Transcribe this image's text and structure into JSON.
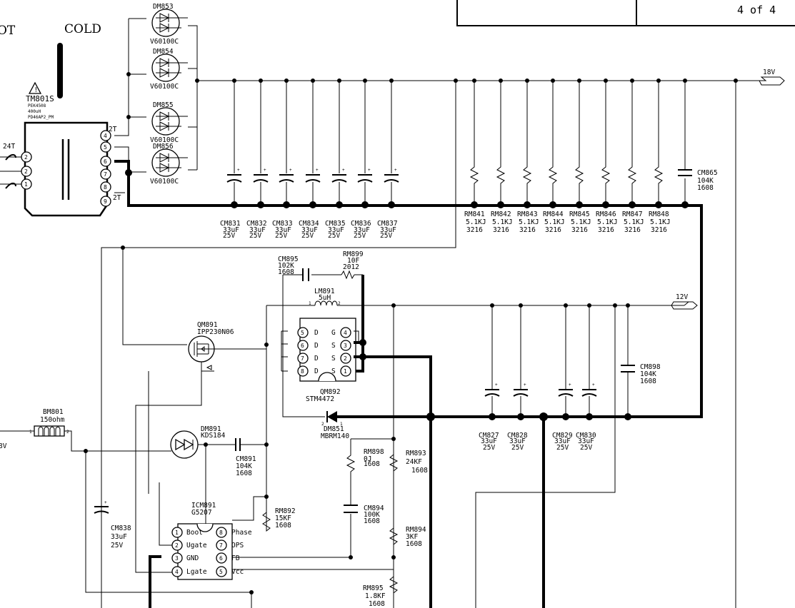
{
  "header": {
    "ot_fragment": "OT",
    "cold_label": "COLD",
    "page_label": "4 of 4"
  },
  "nets": {
    "v18": "18V",
    "v12": "12V",
    "v_left": "8V"
  },
  "transformer": {
    "ref": "TM801S",
    "part": "PEK4508",
    "value": "400uH",
    "footprint": "PD46AP2_PM",
    "turns_primary": "24T",
    "turns_a": "2T",
    "turns_b": "2T",
    "pins_left": [
      "2",
      "2",
      "1"
    ],
    "pins_right": [
      "4",
      "5",
      "6",
      "7",
      "8",
      "9"
    ]
  },
  "diodes": [
    {
      "ref": "DM853",
      "part": "V60100C"
    },
    {
      "ref": "DM854",
      "part": "V60100C"
    },
    {
      "ref": "DM855",
      "part": "V60100C"
    },
    {
      "ref": "DM856",
      "part": "V60100C"
    }
  ],
  "caps_18v": [
    {
      "ref": "CM831",
      "value": "33uF",
      "rating": "25V"
    },
    {
      "ref": "CM832",
      "value": "33uF",
      "rating": "25V"
    },
    {
      "ref": "CM833",
      "value": "33uF",
      "rating": "25V"
    },
    {
      "ref": "CM834",
      "value": "33uF",
      "rating": "25V"
    },
    {
      "ref": "CM835",
      "value": "33uF",
      "rating": "25V"
    },
    {
      "ref": "CM836",
      "value": "33uF",
      "rating": "25V"
    },
    {
      "ref": "CM837",
      "value": "33uF",
      "rating": "25V"
    }
  ],
  "resistors_18v": [
    {
      "ref": "RM841",
      "value": "5.1KJ",
      "size": "3216"
    },
    {
      "ref": "RM842",
      "value": "5.1KJ",
      "size": "3216"
    },
    {
      "ref": "RM843",
      "value": "5.1KJ",
      "size": "3216"
    },
    {
      "ref": "RM844",
      "value": "5.1KJ",
      "size": "3216"
    },
    {
      "ref": "RM845",
      "value": "5.1KJ",
      "size": "3216"
    },
    {
      "ref": "RM846",
      "value": "5.1KJ",
      "size": "3216"
    },
    {
      "ref": "RM847",
      "value": "5.1KJ",
      "size": "3216"
    },
    {
      "ref": "RM848",
      "value": "5.1KJ",
      "size": "3216"
    }
  ],
  "cm865": {
    "ref": "CM865",
    "value": "104K",
    "size": "1608"
  },
  "cm895": {
    "ref": "CM895",
    "value": "102K",
    "size": "1608"
  },
  "rm899": {
    "ref": "RM899",
    "value": "10F",
    "size": "2012"
  },
  "lm891": {
    "ref": "LM891",
    "value": "5uH",
    "pin1": "1",
    "pin2": "2"
  },
  "qm891": {
    "ref": "QM891",
    "part": "IPP230N06"
  },
  "qm892": {
    "ref": "QM892",
    "part": "STM4472",
    "left_pins": [
      {
        "n": "5",
        "name": "D"
      },
      {
        "n": "6",
        "name": "D"
      },
      {
        "n": "7",
        "name": "D"
      },
      {
        "n": "8",
        "name": "D"
      }
    ],
    "right_pins": [
      {
        "n": "4",
        "name": "G"
      },
      {
        "n": "3",
        "name": "S"
      },
      {
        "n": "2",
        "name": "S"
      },
      {
        "n": "1",
        "name": "S"
      }
    ]
  },
  "dm851": {
    "ref": "DM851",
    "part": "MBRM140",
    "pin_a": "2",
    "pin_k": "1"
  },
  "caps_12v": [
    {
      "ref": "CM827",
      "value": "33uF",
      "rating": "25V"
    },
    {
      "ref": "CM828",
      "value": "33uF",
      "rating": "25V"
    },
    {
      "ref": "CM829",
      "value": "33uF",
      "rating": "25V"
    },
    {
      "ref": "CM830",
      "value": "33uF",
      "rating": "25V"
    }
  ],
  "cm898": {
    "ref": "CM898",
    "value": "104K",
    "size": "1608"
  },
  "bm801": {
    "ref": "BM801",
    "value": "150ohm",
    "pin1": "1",
    "pin2": "2"
  },
  "dm891": {
    "ref": "DM891",
    "part": "KDS184"
  },
  "cm891": {
    "ref": "CM891",
    "value": "104K",
    "size": "1608"
  },
  "rm898": {
    "ref": "RM898",
    "value": "0J",
    "size": "1608"
  },
  "rm893": {
    "ref": "RM893",
    "value": "24KF",
    "size": "1608"
  },
  "cm894": {
    "ref": "CM894",
    "value": "100K",
    "size": "1608"
  },
  "rm894": {
    "ref": "RM894",
    "value": "3KF",
    "size": "1608"
  },
  "rm892": {
    "ref": "RM892",
    "value": "15KF",
    "size": "1608"
  },
  "rm895": {
    "ref": "RM895",
    "value": "1.8KF",
    "size": "1608"
  },
  "cm838": {
    "ref": "CM838",
    "value": "33uF",
    "rating": "25V"
  },
  "icm891": {
    "ref": "ICM891",
    "part": "G5207",
    "left_pins": [
      {
        "n": "1",
        "name": "Boot"
      },
      {
        "n": "2",
        "name": "Ugate"
      },
      {
        "n": "3",
        "name": "GND"
      },
      {
        "n": "4",
        "name": "Lgate"
      }
    ],
    "right_pins": [
      {
        "n": "8",
        "name": "Phase"
      },
      {
        "n": "7",
        "name": "OPS"
      },
      {
        "n": "6",
        "name": "FB"
      },
      {
        "n": "5",
        "name": "Vcc"
      }
    ]
  }
}
